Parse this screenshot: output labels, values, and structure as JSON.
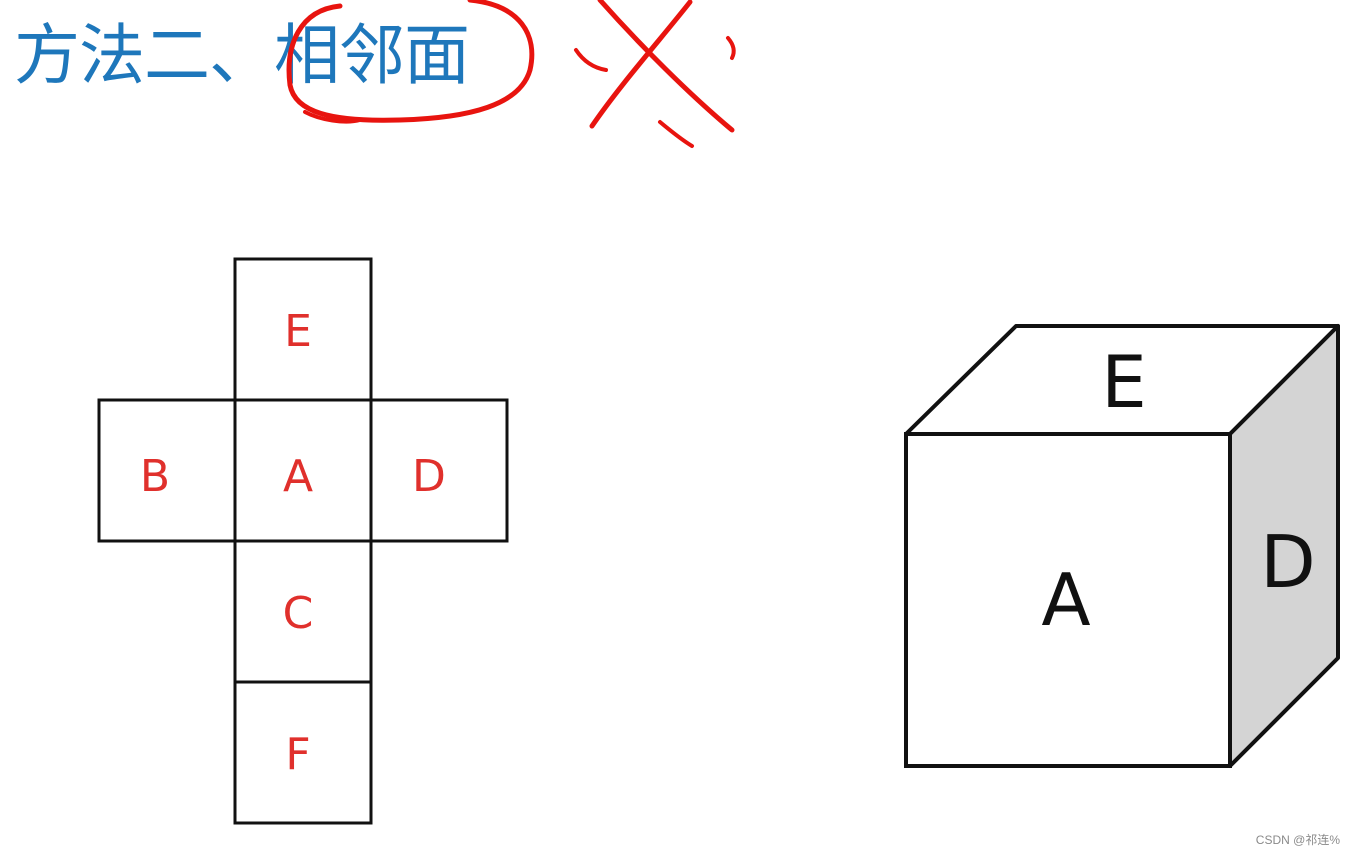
{
  "title": {
    "prefix": "方法二、",
    "circled": "相邻面"
  },
  "net": {
    "faces": [
      {
        "label": "E",
        "col": 1,
        "row": 0
      },
      {
        "label": "B",
        "col": 0,
        "row": 1
      },
      {
        "label": "A",
        "col": 1,
        "row": 1
      },
      {
        "label": "D",
        "col": 2,
        "row": 1
      },
      {
        "label": "C",
        "col": 1,
        "row": 2
      },
      {
        "label": "F",
        "col": 1,
        "row": 3
      }
    ],
    "label_color": "#e0302c"
  },
  "cube": {
    "front": "A",
    "top": "E",
    "right": "D",
    "side_fill": "#d4d4d4"
  },
  "colors": {
    "title": "#1e77bb",
    "annotation": "#e8140f",
    "outline": "#111111"
  },
  "watermark": "CSDN @祁连%"
}
